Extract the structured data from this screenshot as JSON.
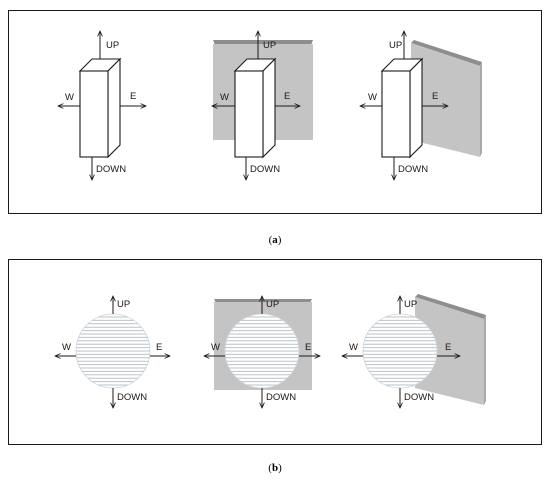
{
  "panels": [
    {
      "caption_letter": "a",
      "shape": "box",
      "diagrams": [
        {
          "wall": "none",
          "labels": {
            "up": "UP",
            "down": "DOWN",
            "west": "W",
            "east": "E"
          }
        },
        {
          "wall": "behind",
          "labels": {
            "up": "UP",
            "down": "DOWN",
            "west": "W",
            "east": "E"
          }
        },
        {
          "wall": "east",
          "labels": {
            "up": "UP",
            "down": "DOWN",
            "west": "W",
            "east": "E"
          }
        }
      ]
    },
    {
      "caption_letter": "b",
      "shape": "sphere",
      "diagrams": [
        {
          "wall": "none",
          "labels": {
            "up": "UP",
            "down": "DOWN",
            "west": "W",
            "east": "E"
          }
        },
        {
          "wall": "behind",
          "labels": {
            "up": "UP",
            "down": "DOWN",
            "west": "W",
            "east": "E"
          }
        },
        {
          "wall": "east",
          "labels": {
            "up": "UP",
            "down": "DOWN",
            "west": "W",
            "east": "E"
          }
        }
      ]
    }
  ],
  "colors": {
    "frame": "#1a1a1a",
    "wall_face": "#c4c4c4",
    "wall_edge": "#8e8e8e",
    "wall_side": "#a9a9a9",
    "box_face": "#ffffff",
    "sphere_stripe": "#b9c3cb",
    "arrow": "#1a1a1a"
  }
}
